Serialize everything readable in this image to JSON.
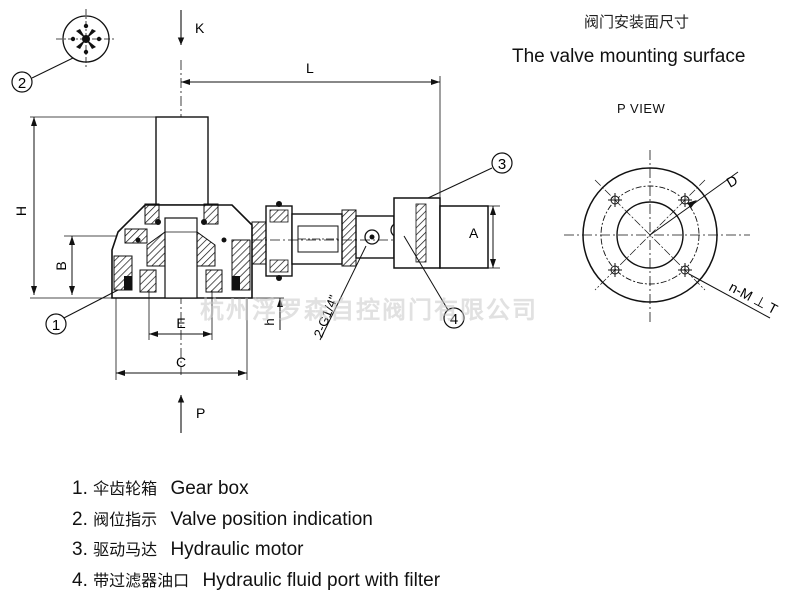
{
  "header": {
    "title_cn": "阀门安装面尺寸",
    "title_en": "The valve mounting surface",
    "p_view": "P VIEW"
  },
  "drawing": {
    "label_k": "K",
    "label_l": "L",
    "label_h": "H",
    "label_b": "B",
    "label_e": "E",
    "label_c": "C",
    "label_p": "P",
    "label_a": "A",
    "label_h_small": "h",
    "label_d": "D",
    "label_nmt": "n-M ⊥ T",
    "label_port": "2-G1/4\"",
    "callout_1": "1",
    "callout_2": "2",
    "callout_3": "3",
    "callout_4": "4"
  },
  "legend": {
    "items": [
      {
        "num": "1.",
        "cn": "伞齿轮箱",
        "en": "Gear box"
      },
      {
        "num": "2.",
        "cn": "阀位指示",
        "en": "Valve position indication"
      },
      {
        "num": "3.",
        "cn": "驱动马达",
        "en": "Hydraulic motor"
      },
      {
        "num": "4.",
        "cn": "带过滤器油口",
        "en": "Hydraulic fluid port with filter"
      }
    ]
  },
  "watermark": "杭州浮罗森自控阀门有限公司"
}
